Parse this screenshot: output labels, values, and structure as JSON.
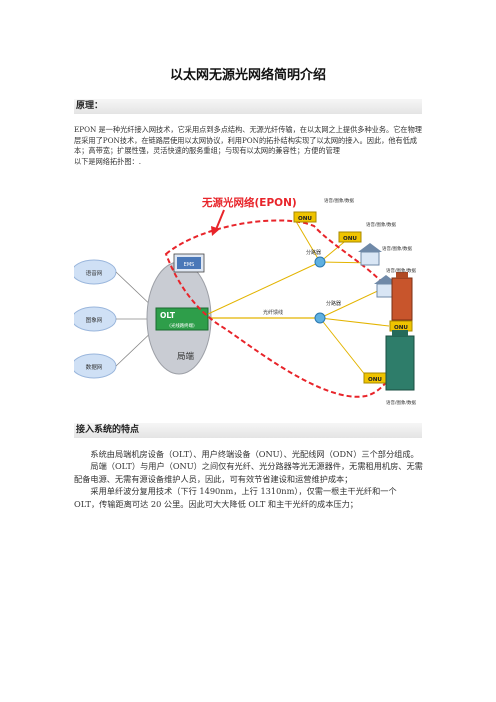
{
  "title": "以太网无源光网络简明介绍",
  "sections": {
    "principle": "原理：",
    "features": "接入系统的特点"
  },
  "intro": [
    "EPON 是一种光纤接入网技术，它采用点到多点结构、无源光纤传输，在以太网之上提供多种业务。它在物理层采用了PON技术，在链路层使用以太网协议，利用PON的拓扑结构实现了以太网的接入。因此，他有低成本；高带宽；扩展性强，灵活快速的服务重组；与现有以太网的兼容性；方便的管理",
    "以下是网络拓扑图：."
  ],
  "diagram": {
    "epon_label": "无源光网络(EPON)",
    "left_clouds": [
      "语音网",
      "图象网",
      "数据网"
    ],
    "ems": "EMS",
    "olt": "OLT",
    "olt_sub": "(光线路终端)",
    "local_end": "局端",
    "splitters": [
      "分路器",
      "分路器"
    ],
    "fiber_label": "光纤馈线",
    "onu": "ONU",
    "service_label": "语音/图象/数据"
  },
  "features": [
    "系统由局端机房设备（OLT）、用户终端设备（ONU）、光配线网（ODN）三个部分组成。",
    "局端（OLT）与用户（ONU）之间仅有光纤、光分路器等光无源器件，无需租用机房、无需配备电源、无需有源设备维护人员，因此，可有效节省建设和运营维护成本；",
    "采用单纤波分复用技术（下行 1490nm，上行 1310nm），仅需一根主干光纤和一个 OLT，传输距离可达 20 公里。因此可大大降低 OLT 和主干光纤的成本压力；"
  ]
}
